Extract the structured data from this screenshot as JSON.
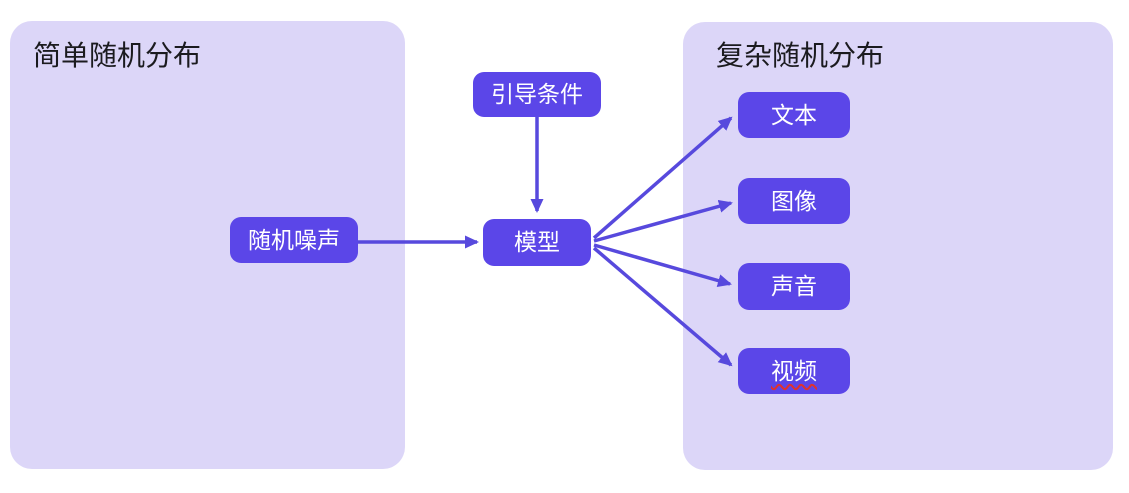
{
  "panels": {
    "left": {
      "title": "简单随机分布"
    },
    "right": {
      "title": "复杂随机分布"
    }
  },
  "nodes": {
    "noise": {
      "label": "随机噪声"
    },
    "condition": {
      "label": "引导条件"
    },
    "model": {
      "label": "模型"
    },
    "text": {
      "label": "文本"
    },
    "image": {
      "label": "图像"
    },
    "audio": {
      "label": "声音"
    },
    "video": {
      "label": "视频",
      "spellcheck_underline": true
    }
  },
  "edges": [
    {
      "from": "noise",
      "to": "model"
    },
    {
      "from": "condition",
      "to": "model"
    },
    {
      "from": "model",
      "to": "text"
    },
    {
      "from": "model",
      "to": "image"
    },
    {
      "from": "model",
      "to": "audio"
    },
    {
      "from": "model",
      "to": "video"
    }
  ],
  "colors": {
    "node_fill": "#5b46e8",
    "arrow_color": "#5749dd",
    "panel_fill": "#dcd6f8",
    "title_color": "#1b1b1f",
    "node_text": "#ffffff",
    "squiggle_color": "#e0312d",
    "canvas_bg": "#ffffff"
  }
}
